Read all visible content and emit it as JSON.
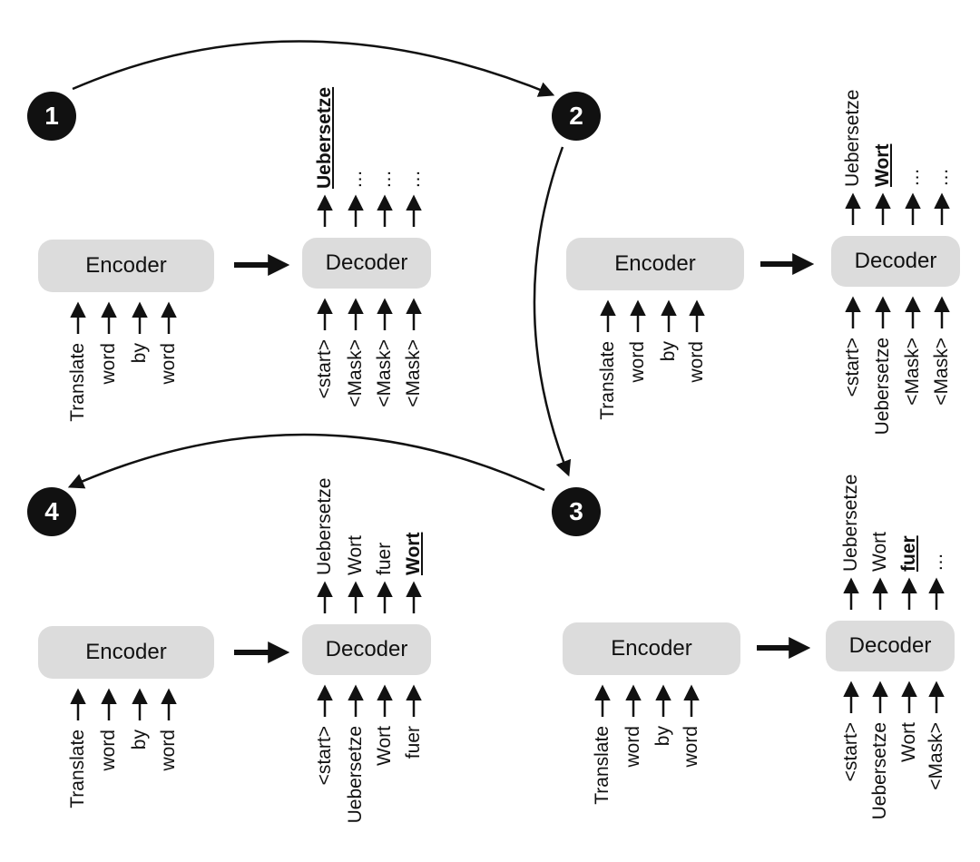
{
  "labels": {
    "encoder": "Encoder",
    "decoder": "Decoder"
  },
  "steps": [
    {
      "number": "1",
      "encoder_inputs": [
        "Translate",
        "word",
        "by",
        "word"
      ],
      "decoder_inputs": [
        "<start>",
        "<Mask>",
        "<Mask>",
        "<Mask>"
      ],
      "decoder_outputs": [
        "Uebersetze",
        "…",
        "…",
        "…"
      ],
      "highlight_index": 0
    },
    {
      "number": "2",
      "encoder_inputs": [
        "Translate",
        "word",
        "by",
        "word"
      ],
      "decoder_inputs": [
        "<start>",
        "Uebersetze",
        "<Mask>",
        "<Mask>"
      ],
      "decoder_outputs": [
        "Uebersetze",
        "Wort",
        "…",
        "…"
      ],
      "highlight_index": 1
    },
    {
      "number": "3",
      "encoder_inputs": [
        "Translate",
        "word",
        "by",
        "word"
      ],
      "decoder_inputs": [
        "<start>",
        "Uebersetze",
        "Wort",
        "<Mask>"
      ],
      "decoder_outputs": [
        "Uebersetze",
        "Wort",
        "fuer",
        "…"
      ],
      "highlight_index": 2
    },
    {
      "number": "4",
      "encoder_inputs": [
        "Translate",
        "word",
        "by",
        "word"
      ],
      "decoder_inputs": [
        "<start>",
        "Uebersetze",
        "Wort",
        "fuer"
      ],
      "decoder_outputs": [
        "Uebersetze",
        "Wort",
        "fuer",
        "Wort"
      ],
      "highlight_index": 3
    }
  ],
  "colors": {
    "box_fill": "#dcdcdc",
    "badge_fill": "#111111",
    "arrow": "#111111"
  }
}
